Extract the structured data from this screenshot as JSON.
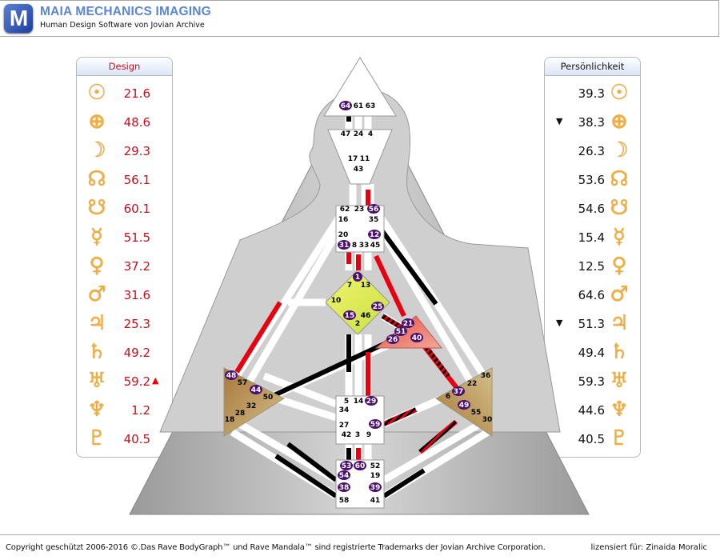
{
  "app": {
    "logo_letter": "M",
    "title": "MAIA MECHANICS IMAGING",
    "subtitle": "Human Design Software von Jovian Archive"
  },
  "design_panel": {
    "title": "Design",
    "rows": [
      {
        "planet": "sun",
        "glyph": "☉",
        "value": "21.6",
        "marker": ""
      },
      {
        "planet": "earth",
        "glyph": "⊕",
        "value": "48.6",
        "marker": ""
      },
      {
        "planet": "moon",
        "glyph": "☽",
        "value": "29.3",
        "marker": ""
      },
      {
        "planet": "north-node",
        "glyph": "☊",
        "value": "56.1",
        "marker": ""
      },
      {
        "planet": "south-node",
        "glyph": "☋",
        "value": "60.1",
        "marker": ""
      },
      {
        "planet": "mercury",
        "glyph": "☿",
        "value": "51.5",
        "marker": ""
      },
      {
        "planet": "venus",
        "glyph": "♀",
        "value": "37.2",
        "marker": ""
      },
      {
        "planet": "mars",
        "glyph": "♂",
        "value": "31.6",
        "marker": ""
      },
      {
        "planet": "jupiter",
        "glyph": "♃",
        "value": "25.3",
        "marker": ""
      },
      {
        "planet": "saturn",
        "glyph": "♄",
        "value": "49.2",
        "marker": ""
      },
      {
        "planet": "uranus",
        "glyph": "♅",
        "value": "59.2",
        "marker": "▲"
      },
      {
        "planet": "neptune",
        "glyph": "♆",
        "value": "1.2",
        "marker": ""
      },
      {
        "planet": "pluto",
        "glyph": "♇",
        "value": "40.5",
        "marker": ""
      }
    ]
  },
  "personality_panel": {
    "title": "Persönlichkeit",
    "rows": [
      {
        "planet": "sun",
        "glyph": "☉",
        "value": "39.3",
        "marker": ""
      },
      {
        "planet": "earth",
        "glyph": "⊕",
        "value": "38.3",
        "marker": "▼"
      },
      {
        "planet": "moon",
        "glyph": "☽",
        "value": "26.3",
        "marker": ""
      },
      {
        "planet": "north-node",
        "glyph": "☊",
        "value": "53.6",
        "marker": ""
      },
      {
        "planet": "south-node",
        "glyph": "☋",
        "value": "54.6",
        "marker": ""
      },
      {
        "planet": "mercury",
        "glyph": "☿",
        "value": "15.4",
        "marker": ""
      },
      {
        "planet": "venus",
        "glyph": "♀",
        "value": "12.5",
        "marker": ""
      },
      {
        "planet": "mars",
        "glyph": "♂",
        "value": "64.6",
        "marker": ""
      },
      {
        "planet": "jupiter",
        "glyph": "♃",
        "value": "51.3",
        "marker": "▼"
      },
      {
        "planet": "saturn",
        "glyph": "♄",
        "value": "49.4",
        "marker": ""
      },
      {
        "planet": "uranus",
        "glyph": "♅",
        "value": "59.3",
        "marker": ""
      },
      {
        "planet": "neptune",
        "glyph": "♆",
        "value": "44.6",
        "marker": ""
      },
      {
        "planet": "pluto",
        "glyph": "♇",
        "value": "40.5",
        "marker": ""
      }
    ]
  },
  "bodygraph": {
    "colors": {
      "design": "#e8000e",
      "personality": "#000000",
      "gate_badge": "#4b0f6e",
      "g_center": "#d4ec4a",
      "ego_center": "#e87a6a",
      "spleen_center": "#b98f50",
      "background": "#bcbcbc"
    },
    "gates": [
      {
        "center": "head",
        "gate": "64",
        "active": true
      },
      {
        "center": "head",
        "gate": "61",
        "active": false
      },
      {
        "center": "head",
        "gate": "63",
        "active": false
      },
      {
        "center": "ajna",
        "gate": "47",
        "active": false
      },
      {
        "center": "ajna",
        "gate": "24",
        "active": false
      },
      {
        "center": "ajna",
        "gate": "4",
        "active": false
      },
      {
        "center": "ajna",
        "gate": "17",
        "active": false
      },
      {
        "center": "ajna",
        "gate": "11",
        "active": false
      },
      {
        "center": "ajna",
        "gate": "43",
        "active": false
      },
      {
        "center": "throat",
        "gate": "62",
        "active": false
      },
      {
        "center": "throat",
        "gate": "23",
        "active": false
      },
      {
        "center": "throat",
        "gate": "56",
        "active": true
      },
      {
        "center": "throat",
        "gate": "16",
        "active": false
      },
      {
        "center": "throat",
        "gate": "35",
        "active": false
      },
      {
        "center": "throat",
        "gate": "20",
        "active": false
      },
      {
        "center": "throat",
        "gate": "12",
        "active": true
      },
      {
        "center": "throat",
        "gate": "31",
        "active": true
      },
      {
        "center": "throat",
        "gate": "8",
        "active": false
      },
      {
        "center": "throat",
        "gate": "33",
        "active": false
      },
      {
        "center": "throat",
        "gate": "45",
        "active": false
      },
      {
        "center": "g",
        "gate": "1",
        "active": true
      },
      {
        "center": "g",
        "gate": "7",
        "active": false
      },
      {
        "center": "g",
        "gate": "13",
        "active": false
      },
      {
        "center": "g",
        "gate": "10",
        "active": false
      },
      {
        "center": "g",
        "gate": "25",
        "active": true
      },
      {
        "center": "g",
        "gate": "15",
        "active": true
      },
      {
        "center": "g",
        "gate": "46",
        "active": false
      },
      {
        "center": "g",
        "gate": "2",
        "active": false
      },
      {
        "center": "ego",
        "gate": "21",
        "active": true
      },
      {
        "center": "ego",
        "gate": "51",
        "active": true
      },
      {
        "center": "ego",
        "gate": "26",
        "active": true
      },
      {
        "center": "ego",
        "gate": "40",
        "active": true
      },
      {
        "center": "spleen",
        "gate": "48",
        "active": true
      },
      {
        "center": "spleen",
        "gate": "57",
        "active": false
      },
      {
        "center": "spleen",
        "gate": "44",
        "active": true
      },
      {
        "center": "spleen",
        "gate": "50",
        "active": false
      },
      {
        "center": "spleen",
        "gate": "32",
        "active": false
      },
      {
        "center": "spleen",
        "gate": "28",
        "active": false
      },
      {
        "center": "spleen",
        "gate": "18",
        "active": false
      },
      {
        "center": "solar-plexus",
        "gate": "36",
        "active": false
      },
      {
        "center": "solar-plexus",
        "gate": "22",
        "active": false
      },
      {
        "center": "solar-plexus",
        "gate": "37",
        "active": true
      },
      {
        "center": "solar-plexus",
        "gate": "6",
        "active": false
      },
      {
        "center": "solar-plexus",
        "gate": "49",
        "active": true
      },
      {
        "center": "solar-plexus",
        "gate": "55",
        "active": false
      },
      {
        "center": "solar-plexus",
        "gate": "30",
        "active": false
      },
      {
        "center": "sacral",
        "gate": "5",
        "active": false
      },
      {
        "center": "sacral",
        "gate": "14",
        "active": false
      },
      {
        "center": "sacral",
        "gate": "29",
        "active": true
      },
      {
        "center": "sacral",
        "gate": "34",
        "active": false
      },
      {
        "center": "sacral",
        "gate": "27",
        "active": false
      },
      {
        "center": "sacral",
        "gate": "59",
        "active": true
      },
      {
        "center": "sacral",
        "gate": "42",
        "active": false
      },
      {
        "center": "sacral",
        "gate": "3",
        "active": false
      },
      {
        "center": "sacral",
        "gate": "9",
        "active": false
      },
      {
        "center": "root",
        "gate": "53",
        "active": true
      },
      {
        "center": "root",
        "gate": "60",
        "active": true
      },
      {
        "center": "root",
        "gate": "52",
        "active": false
      },
      {
        "center": "root",
        "gate": "54",
        "active": true
      },
      {
        "center": "root",
        "gate": "19",
        "active": false
      },
      {
        "center": "root",
        "gate": "38",
        "active": true
      },
      {
        "center": "root",
        "gate": "39",
        "active": true
      },
      {
        "center": "root",
        "gate": "58",
        "active": false
      },
      {
        "center": "root",
        "gate": "41",
        "active": false
      }
    ]
  },
  "footer": {
    "copyright": "Copyright geschützt 2006-2016 ©.Das Rave BodyGraph™ und Rave Mandala™ sind registrierte Trademarks der Jovian Archive Corporation.",
    "license": "lizensiert für: Zinaida Moralic"
  }
}
